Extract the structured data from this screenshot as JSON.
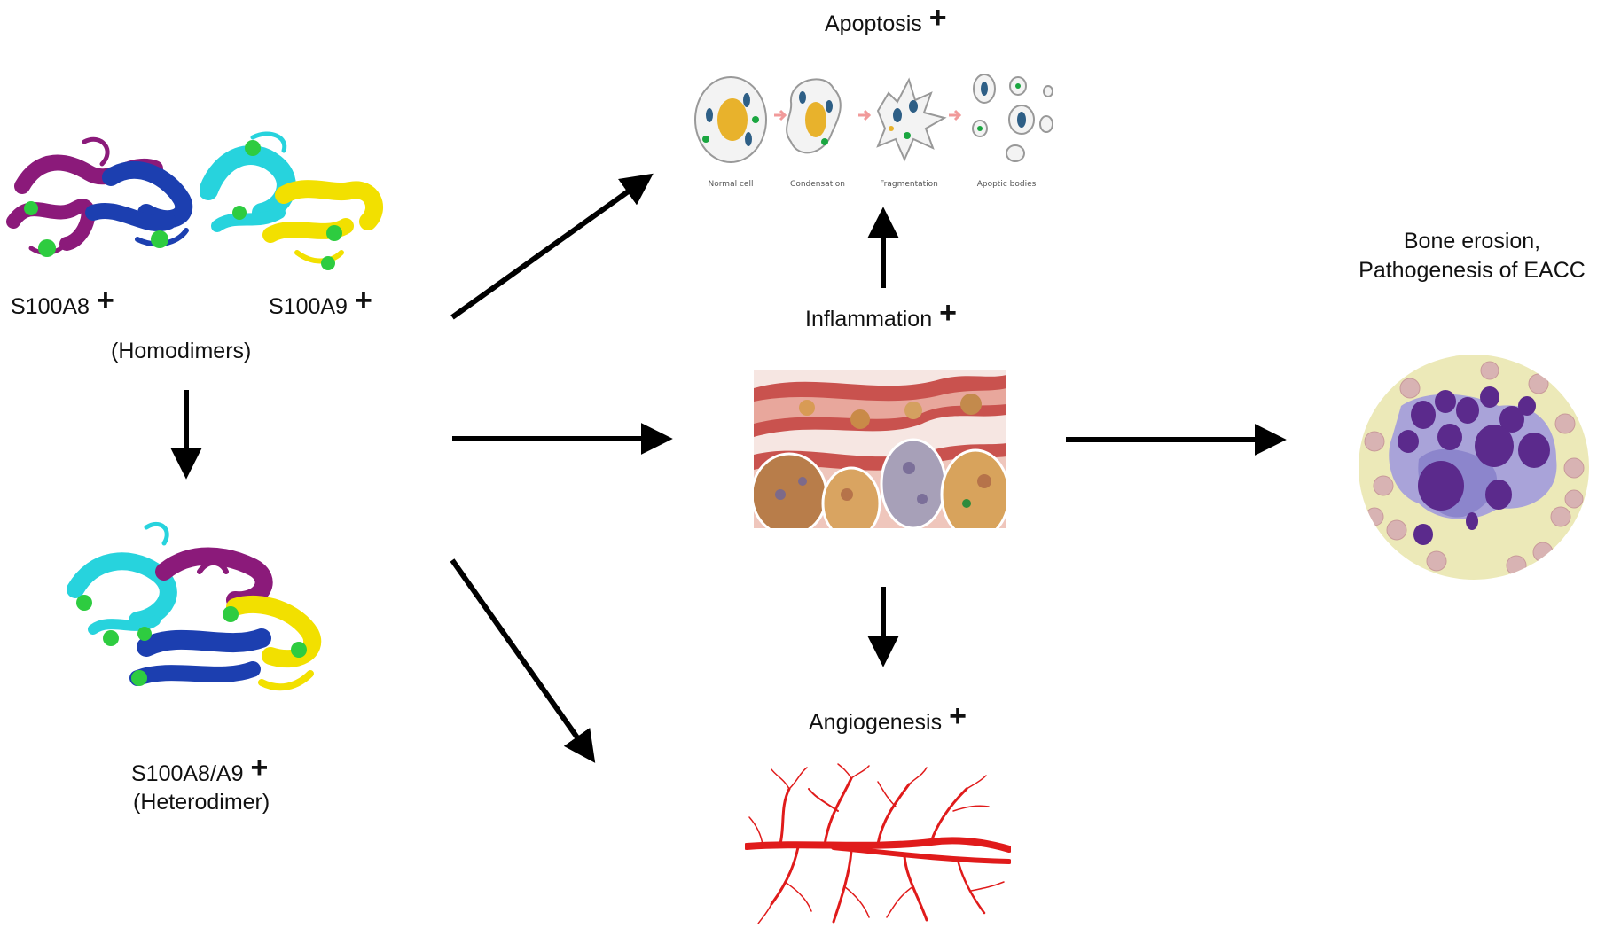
{
  "labels": {
    "apoptosis": "Apoptosis",
    "inflammation": "Inflammation",
    "angiogenesis": "Angiogenesis",
    "s100a8": "S100A8",
    "s100a9": "S100A9",
    "homodimers": "(Homodimers)",
    "heterodimer_name": "S100A8/A9",
    "heterodimer": "(Heterodimer)",
    "bone_line1": "Bone erosion,",
    "bone_line2": "Pathogenesis of EACC",
    "plus": "+"
  },
  "apoptosis_stages": [
    "Normal cell",
    "Condensation",
    "Fragmentation",
    "Apoptic bodies"
  ],
  "colors": {
    "s100a8": "#8b1a7a",
    "s100a9": "#ffe600",
    "cyan": "#27d3dd",
    "blue": "#1c3fb0",
    "calcium": "#2ecc40",
    "vessel": "#e01b1b",
    "arrow": "#000000"
  }
}
